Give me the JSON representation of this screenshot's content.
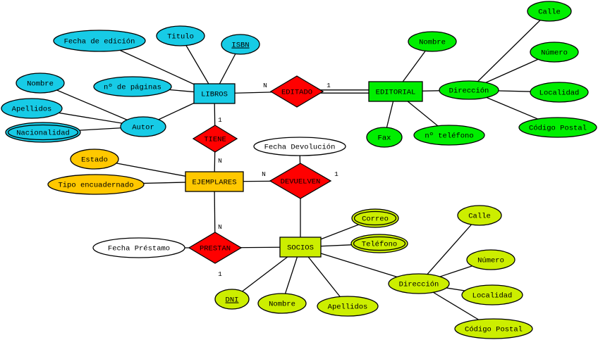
{
  "colors": {
    "libros": "#17cbe6",
    "editorial": "#00ee00",
    "ejemplares": "#ffc800",
    "socios": "#ccee00",
    "relation": "#ff0000",
    "plain": "#ffffff"
  },
  "entities": [
    {
      "id": "libros",
      "label": "LIBROS",
      "color": "libros"
    },
    {
      "id": "editorial",
      "label": "EDITORIAL",
      "color": "editorial"
    },
    {
      "id": "ejemplares",
      "label": "EJEMPLARES",
      "color": "ejemplares"
    },
    {
      "id": "socios",
      "label": "SOCIOS",
      "color": "socios"
    }
  ],
  "relations": [
    {
      "id": "editado",
      "label": "EDITADO"
    },
    {
      "id": "tiene",
      "label": "TIENE"
    },
    {
      "id": "devuelven",
      "label": "DEVUELVEN"
    },
    {
      "id": "prestan",
      "label": "PRESTAN"
    }
  ],
  "attributes": [
    {
      "id": "fecha-edicion",
      "label": "Fecha de edición",
      "color": "libros"
    },
    {
      "id": "titulo",
      "label": "Titulo",
      "color": "libros"
    },
    {
      "id": "isbn",
      "label": "ISBN",
      "color": "libros",
      "key": true
    },
    {
      "id": "num-paginas",
      "label": "nº de páginas",
      "color": "libros"
    },
    {
      "id": "autor",
      "label": "Autor",
      "color": "libros"
    },
    {
      "id": "autor-nombre",
      "label": "Nombre",
      "color": "libros"
    },
    {
      "id": "autor-apellidos",
      "label": "Apellidos",
      "color": "libros"
    },
    {
      "id": "autor-nacionalidad",
      "label": "Nacionalidad",
      "color": "libros",
      "multivalued": true
    },
    {
      "id": "ed-nombre",
      "label": "Nombre",
      "color": "editorial"
    },
    {
      "id": "ed-direccion",
      "label": "Dirección",
      "color": "editorial"
    },
    {
      "id": "ed-calle",
      "label": "Calle",
      "color": "editorial"
    },
    {
      "id": "ed-numero",
      "label": "Número",
      "color": "editorial"
    },
    {
      "id": "ed-localidad",
      "label": "Localidad",
      "color": "editorial"
    },
    {
      "id": "ed-codigo-postal",
      "label": "Código Postal",
      "color": "editorial"
    },
    {
      "id": "ed-fax",
      "label": "Fax",
      "color": "editorial"
    },
    {
      "id": "ed-telefono",
      "label": "nº teléfono",
      "color": "editorial"
    },
    {
      "id": "estado",
      "label": "Estado",
      "color": "ejemplares"
    },
    {
      "id": "tipo-encuadernado",
      "label": "Tipo encuadernado",
      "color": "ejemplares"
    },
    {
      "id": "fecha-devolucion",
      "label": "Fecha Devolución",
      "color": "plain"
    },
    {
      "id": "fecha-prestamo",
      "label": "Fecha Préstamo",
      "color": "plain"
    },
    {
      "id": "correo",
      "label": "Correo",
      "color": "socios",
      "multivalued": true
    },
    {
      "id": "so-telefono",
      "label": "Teléfono",
      "color": "socios",
      "multivalued": true
    },
    {
      "id": "dni",
      "label": "DNI",
      "color": "socios",
      "key": true
    },
    {
      "id": "so-nombre",
      "label": "Nombre",
      "color": "socios"
    },
    {
      "id": "so-apellidos",
      "label": "Apellidos",
      "color": "socios"
    },
    {
      "id": "so-direccion",
      "label": "Dirección",
      "color": "socios"
    },
    {
      "id": "so-calle",
      "label": "Calle",
      "color": "socios"
    },
    {
      "id": "so-numero",
      "label": "Número",
      "color": "socios"
    },
    {
      "id": "so-localidad",
      "label": "Localidad",
      "color": "socios"
    },
    {
      "id": "so-codigo-postal",
      "label": "Código Postal",
      "color": "socios"
    }
  ],
  "links": [
    [
      "libros",
      "fecha-edicion"
    ],
    [
      "libros",
      "titulo"
    ],
    [
      "libros",
      "isbn"
    ],
    [
      "libros",
      "num-paginas"
    ],
    [
      "libros",
      "autor"
    ],
    [
      "autor",
      "autor-nombre"
    ],
    [
      "autor",
      "autor-apellidos"
    ],
    [
      "autor",
      "autor-nacionalidad"
    ],
    [
      "libros",
      "editado"
    ],
    [
      "editado",
      "editorial",
      "double"
    ],
    [
      "editorial",
      "ed-nombre"
    ],
    [
      "editorial",
      "ed-direccion"
    ],
    [
      "editorial",
      "ed-fax"
    ],
    [
      "editorial",
      "ed-telefono"
    ],
    [
      "ed-direccion",
      "ed-calle"
    ],
    [
      "ed-direccion",
      "ed-numero"
    ],
    [
      "ed-direccion",
      "ed-localidad"
    ],
    [
      "ed-direccion",
      "ed-codigo-postal"
    ],
    [
      "libros",
      "tiene"
    ],
    [
      "tiene",
      "ejemplares"
    ],
    [
      "ejemplares",
      "estado"
    ],
    [
      "ejemplares",
      "tipo-encuadernado"
    ],
    [
      "ejemplares",
      "devuelven"
    ],
    [
      "devuelven",
      "fecha-devolucion"
    ],
    [
      "devuelven",
      "socios"
    ],
    [
      "ejemplares",
      "prestan"
    ],
    [
      "prestan",
      "fecha-prestamo"
    ],
    [
      "prestan",
      "socios"
    ],
    [
      "socios",
      "correo"
    ],
    [
      "socios",
      "so-telefono"
    ],
    [
      "socios",
      "dni"
    ],
    [
      "socios",
      "so-nombre"
    ],
    [
      "socios",
      "so-apellidos"
    ],
    [
      "socios",
      "so-direccion"
    ],
    [
      "so-direccion",
      "so-calle"
    ],
    [
      "so-direccion",
      "so-numero"
    ],
    [
      "so-direccion",
      "so-localidad"
    ],
    [
      "so-direccion",
      "so-codigo-postal"
    ]
  ],
  "cardinalities": [
    {
      "id": "editado-n",
      "label": "N"
    },
    {
      "id": "editado-1",
      "label": "1"
    },
    {
      "id": "tiene-1",
      "label": "1"
    },
    {
      "id": "tiene-n",
      "label": "N"
    },
    {
      "id": "devuelven-n",
      "label": "N"
    },
    {
      "id": "devuelven-1",
      "label": "1"
    },
    {
      "id": "prestan-n",
      "label": "N"
    },
    {
      "id": "prestan-1",
      "label": "1"
    }
  ]
}
